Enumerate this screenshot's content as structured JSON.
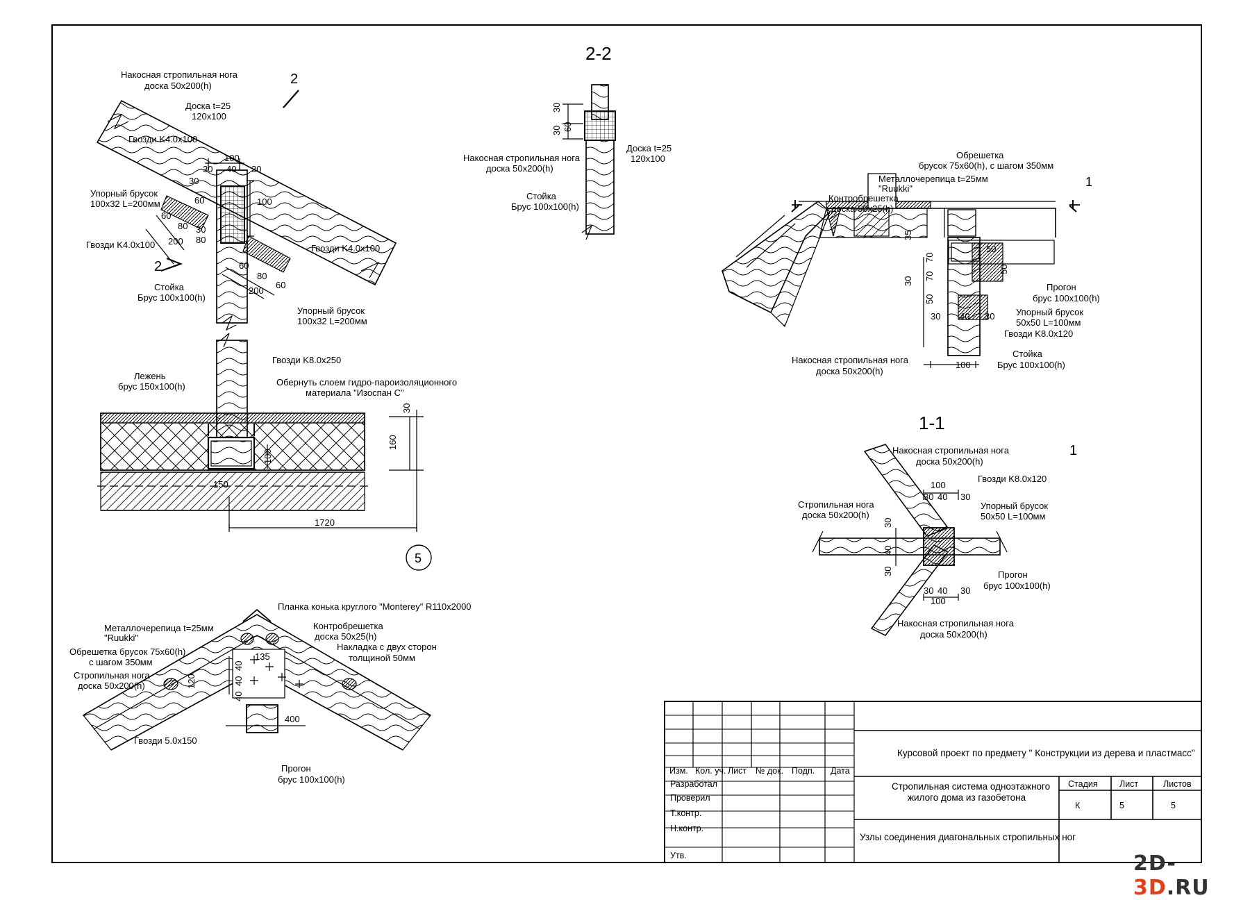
{
  "section_titles": {
    "s22": "2-2",
    "s11": "1-1",
    "node1": "1",
    "node5": "5"
  },
  "section_marks": {
    "m2a": "2",
    "m2b": "2",
    "m1a": "1"
  },
  "node_2": {
    "rafter": [
      "Накосная стропильная нога",
      "доска 50x200(h)"
    ],
    "board": [
      "Доска t=25",
      "120x100"
    ],
    "nails1": "Гвозди K4.0x100",
    "stop": [
      "Упорный брусок",
      "100x32 L=200мм"
    ],
    "nails2": "Гвозди K4.0x100",
    "nails3": "Гвозди K4.0x100",
    "post": [
      "Стойка",
      "Брус 100x100(h)"
    ],
    "stop2": [
      "Упорный брусок",
      "100x32 L=200мм"
    ],
    "dims": [
      "100",
      "30",
      "40",
      "30",
      "30",
      "60",
      "100",
      "60",
      "80",
      "30",
      "80",
      "200",
      "60",
      "80",
      "60",
      "200"
    ]
  },
  "node_base": {
    "nails": "Гвозди K8.0x250",
    "sill": [
      "Лежень",
      "брус 150x100(h)"
    ],
    "wrap": [
      "Обернуть слоем гидро-пароизоляционного",
      "материала \"Изоспан С\""
    ],
    "dims": [
      "30",
      "160",
      "100",
      "150",
      "1720"
    ]
  },
  "section_22": {
    "rafter": [
      "Накосная стропильная нога",
      "доска 50x200(h)"
    ],
    "board": [
      "Доска t=25",
      "120x100"
    ],
    "post": [
      "Стойка",
      "Брус 100x100(h)"
    ],
    "dims": [
      "30",
      "30",
      "60"
    ]
  },
  "node_1": {
    "lath": [
      "Обрешетка",
      "брусок 75x60(h), с шагом 350мм"
    ],
    "metal": [
      "Металлочерепица t=25мм",
      "\"Ruukki\""
    ],
    "counter": [
      "Контробрешетка",
      "доска 50x25(h)"
    ],
    "purlin": [
      "Прогон",
      "брус 100x100(h)"
    ],
    "stop": [
      "Упорный брусок",
      "50x50 L=100мм"
    ],
    "nails": "Гвозди K8.0x120",
    "post": [
      "Стойка",
      "Брус 100x100(h)"
    ],
    "rafter": [
      "Накосная стропильная нога",
      "доска 50x200(h)"
    ],
    "dims": [
      "35",
      "70",
      "70",
      "30",
      "50",
      "50",
      "50",
      "30",
      "40",
      "30",
      "100"
    ]
  },
  "section_11": {
    "rafter_top": [
      "Накосная стропильная нога",
      "доска 50x200(h)"
    ],
    "nails": "Гвозди K8.0x120",
    "rafter": [
      "Стропильная нога",
      "доска 50x200(h)"
    ],
    "stop": [
      "Упорный брусок",
      "50x50 L=100мм"
    ],
    "purlin": [
      "Прогон",
      "брус 100x100(h)"
    ],
    "rafter_bot": [
      "Накосная стропильная нога",
      "доска 50x200(h)"
    ],
    "dims": [
      "100",
      "30",
      "40",
      "30",
      "30",
      "40",
      "30",
      "30",
      "40",
      "100",
      "30"
    ]
  },
  "ridge": {
    "plank": "Планка конька круглого \"Monterey\" R110x2000",
    "metal": [
      "Металлочерепица t=25мм",
      "\"Ruukki\""
    ],
    "counter": [
      "Контробрешетка",
      "доска 50x25(h)"
    ],
    "lath": [
      "Обрешетка брусок 75x60(h)",
      "с шагом 350мм"
    ],
    "overlay": [
      "Накладка с двух сторон",
      "толщиной 50мм"
    ],
    "rafter": [
      "Стропильная нога",
      "доска 50x200(h)"
    ],
    "nails": "Гвозди 5.0x150",
    "purlin": [
      "Прогон",
      "брус 100x100(h)"
    ],
    "dims": [
      "135",
      "120",
      "40",
      "40",
      "40",
      "400"
    ]
  },
  "title_block": {
    "headers": [
      "Изм.",
      "Кол. уч.",
      "Лист",
      "№ док.",
      "Подп.",
      "Дата"
    ],
    "roles": [
      "Разработал",
      "Проверил",
      "Т.контр.",
      "Н.контр.",
      "Утв."
    ],
    "project": "Курсовой проект по предмету \" Конструкции из дерева и пластмасс\"",
    "subject": [
      "Стропильная система одноэтажного",
      "жилого дома из газобетона"
    ],
    "sheet_name": "Узлы соединения диагональных стропильных ног",
    "stage_label": "Стадия",
    "sheet_label": "Лист",
    "sheets_label": "Листов",
    "stage": "К",
    "sheet": "5",
    "sheets": "5"
  },
  "watermark": {
    "a": "2D-",
    "b": "3D",
    "c": ".RU"
  }
}
